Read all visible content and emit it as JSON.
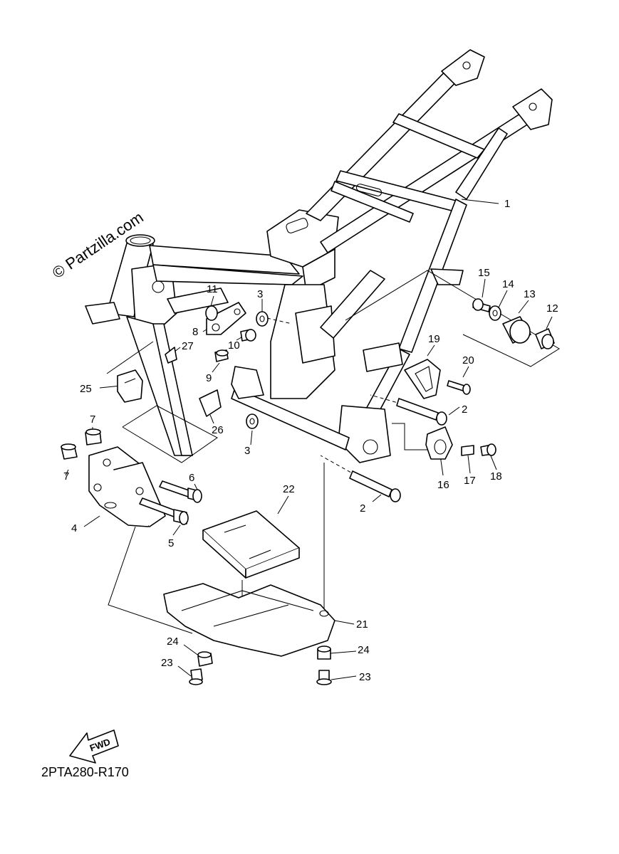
{
  "watermark": "© Partzilla.com",
  "diagram_code": "2PTA280-R170",
  "forward_arrow_label": "FWD",
  "callouts": [
    {
      "id": "c1",
      "label": "1"
    },
    {
      "id": "c2a",
      "label": "2"
    },
    {
      "id": "c2b",
      "label": "2"
    },
    {
      "id": "c3a",
      "label": "3"
    },
    {
      "id": "c3b",
      "label": "3"
    },
    {
      "id": "c4",
      "label": "4"
    },
    {
      "id": "c5",
      "label": "5"
    },
    {
      "id": "c6",
      "label": "6"
    },
    {
      "id": "c7a",
      "label": "7"
    },
    {
      "id": "c7b",
      "label": "7"
    },
    {
      "id": "c8",
      "label": "8"
    },
    {
      "id": "c9",
      "label": "9"
    },
    {
      "id": "c10",
      "label": "10"
    },
    {
      "id": "c11",
      "label": "11"
    },
    {
      "id": "c12",
      "label": "12"
    },
    {
      "id": "c13",
      "label": "13"
    },
    {
      "id": "c14",
      "label": "14"
    },
    {
      "id": "c15",
      "label": "15"
    },
    {
      "id": "c16",
      "label": "16"
    },
    {
      "id": "c17",
      "label": "17"
    },
    {
      "id": "c18",
      "label": "18"
    },
    {
      "id": "c19",
      "label": "19"
    },
    {
      "id": "c20",
      "label": "20"
    },
    {
      "id": "c21",
      "label": "21"
    },
    {
      "id": "c22",
      "label": "22"
    },
    {
      "id": "c23a",
      "label": "23"
    },
    {
      "id": "c23b",
      "label": "23"
    },
    {
      "id": "c24a",
      "label": "24"
    },
    {
      "id": "c24b",
      "label": "24"
    },
    {
      "id": "c25",
      "label": "25"
    },
    {
      "id": "c26",
      "label": "26"
    },
    {
      "id": "c27",
      "label": "27"
    }
  ]
}
